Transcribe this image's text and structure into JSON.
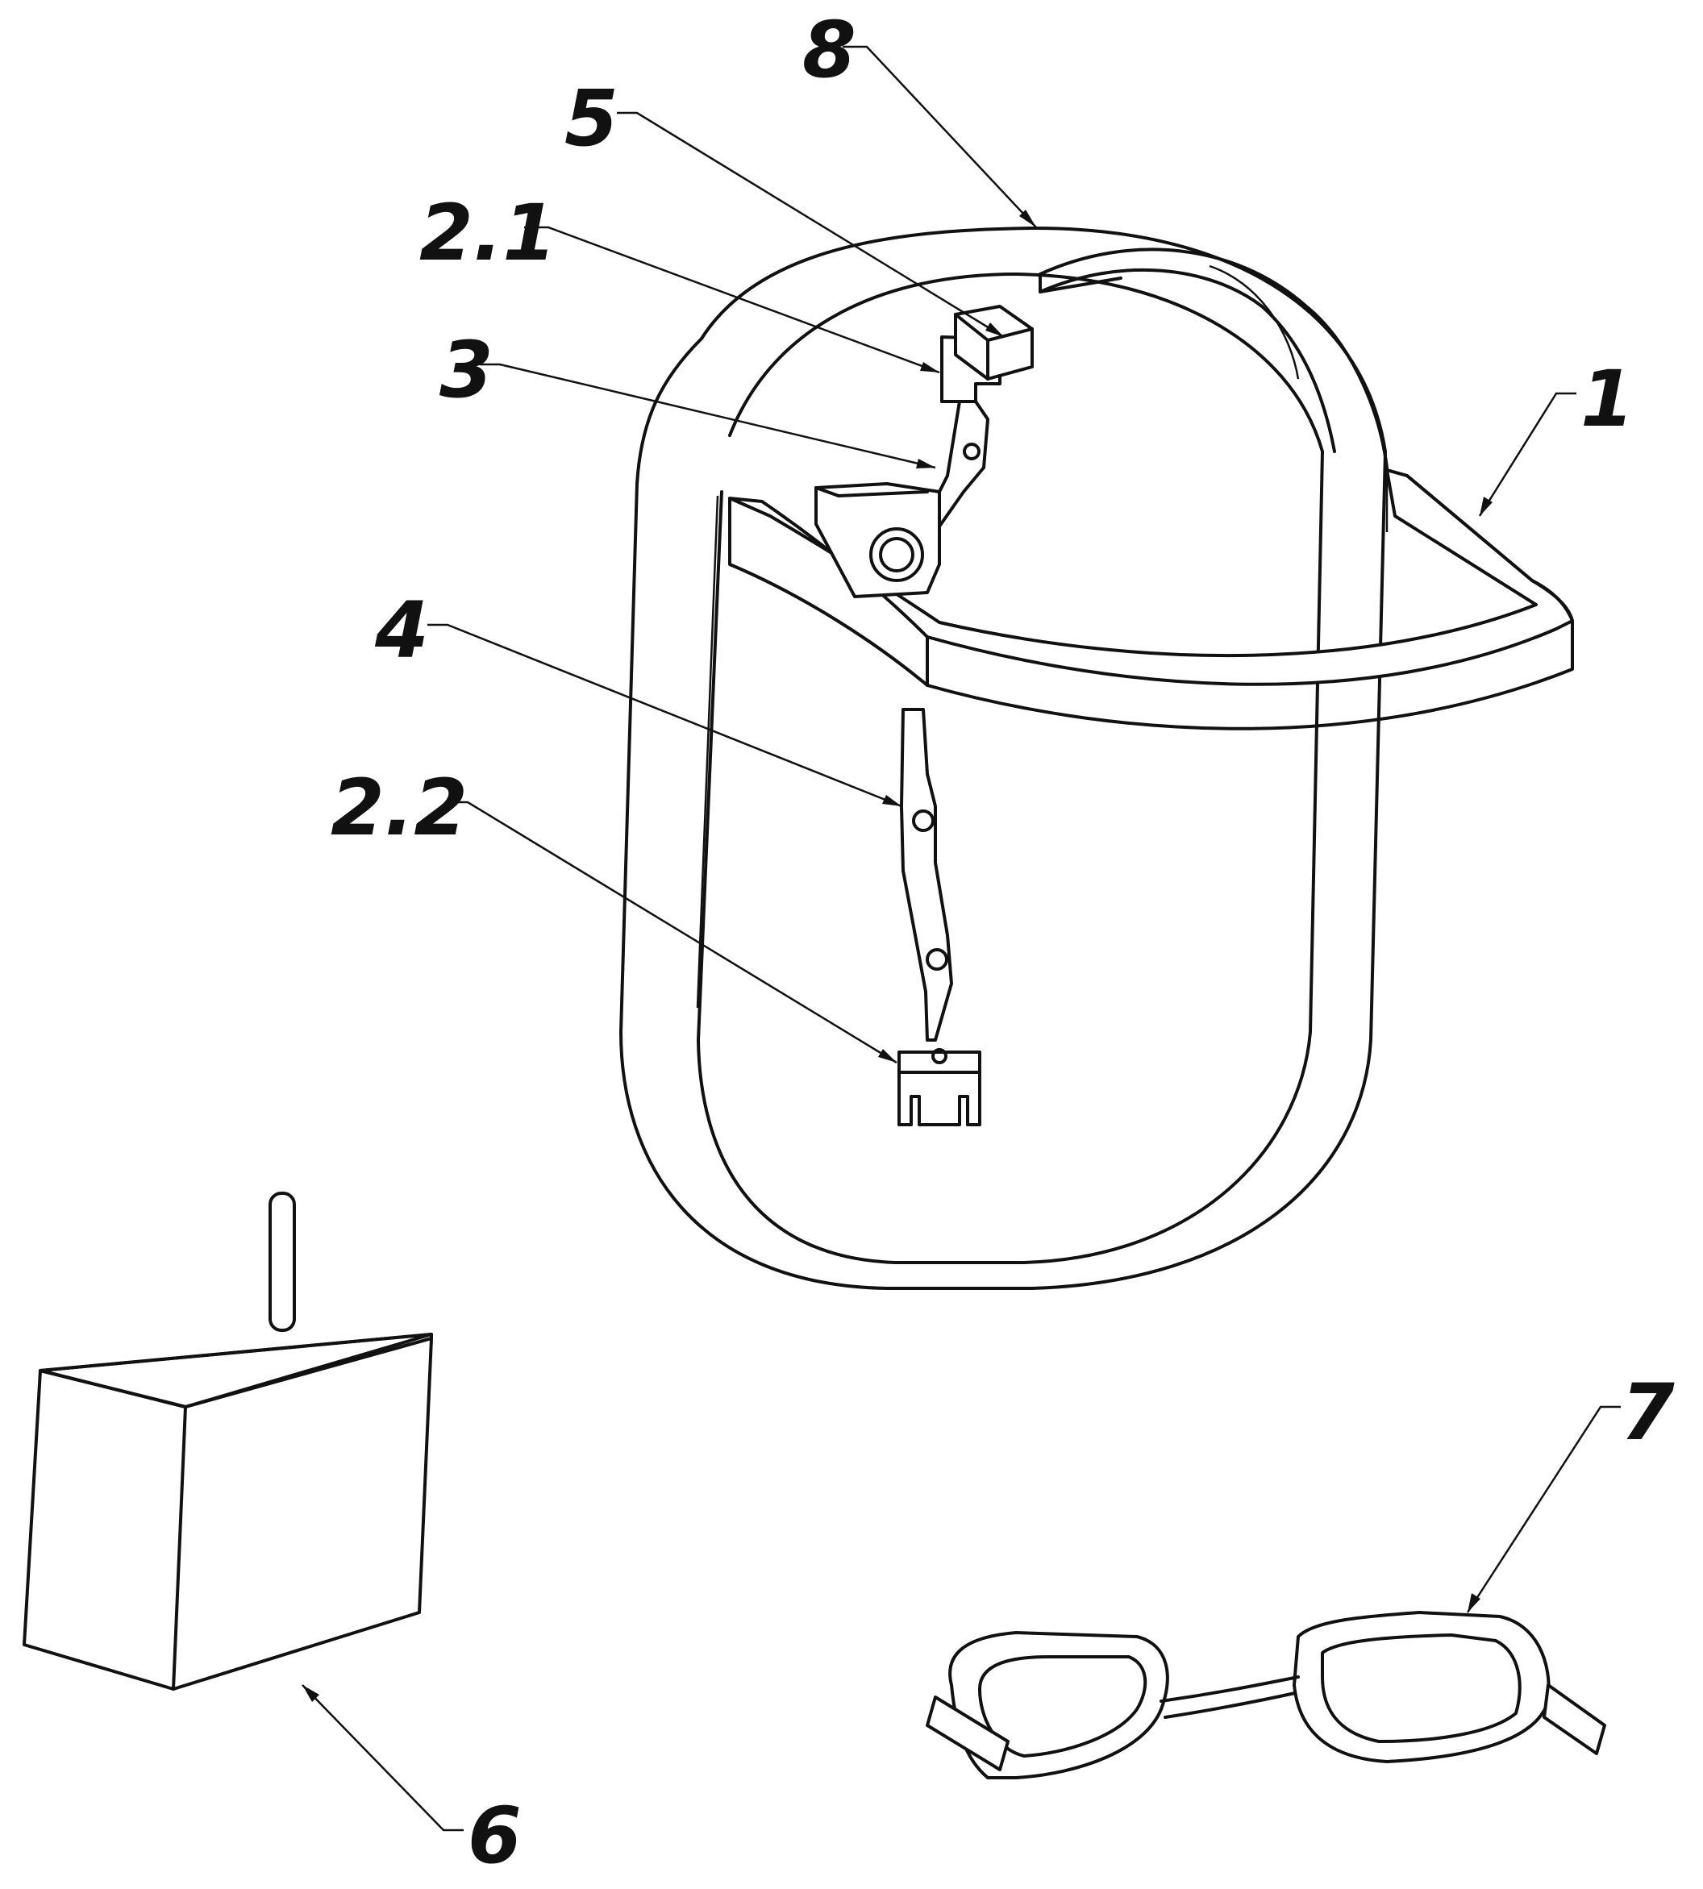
{
  "callouts": {
    "c1": "1",
    "c2_1": "2.1",
    "c2_2": "2.2",
    "c3": "3",
    "c4": "4",
    "c5": "5",
    "c6": "6",
    "c7": "7",
    "c8": "8"
  },
  "line_color": "#111111",
  "background": "#ffffff"
}
